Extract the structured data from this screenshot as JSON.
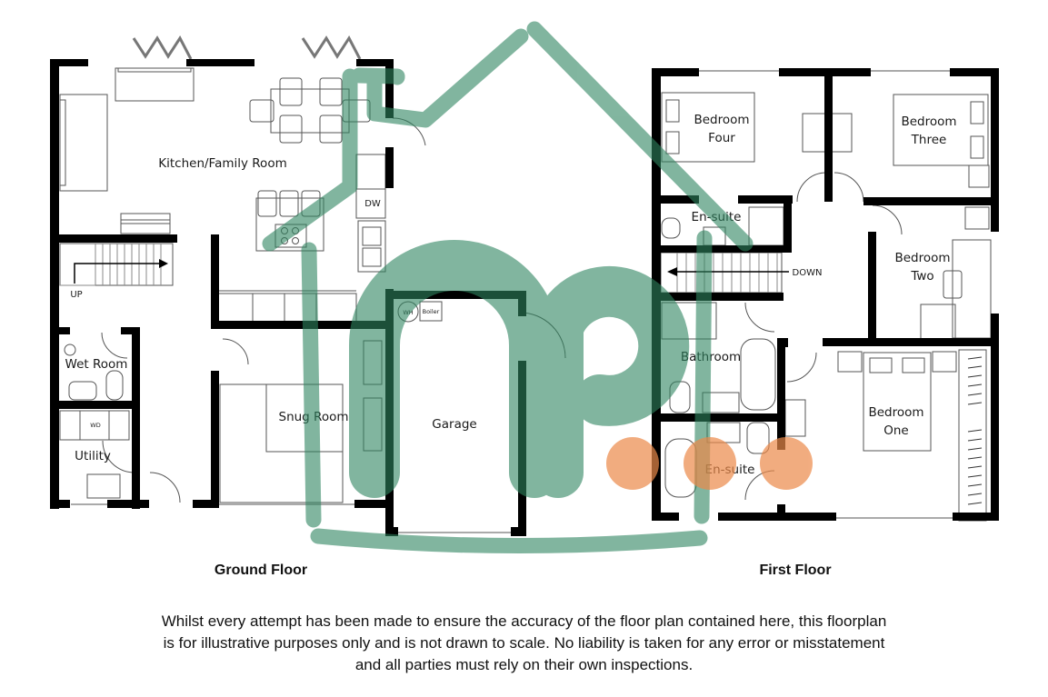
{
  "floors": {
    "ground": {
      "title": "Ground Floor",
      "rooms": {
        "kitchen": "Kitchen/Family Room",
        "wet_room": "Wet Room",
        "utility": "Utility",
        "snug": "Snug Room",
        "garage": "Garage"
      },
      "appliances": {
        "dishwasher": "DW",
        "washer_dryer": "WD",
        "water_heater": "WH",
        "boiler": "Boiler"
      },
      "stairs_label": "UP"
    },
    "first": {
      "title": "First Floor",
      "rooms": {
        "bedroom_four_line1": "Bedroom",
        "bedroom_four_line2": "Four",
        "bedroom_three_line1": "Bedroom",
        "bedroom_three_line2": "Three",
        "ensuite_top": "En-suite",
        "bedroom_two_line1": "Bedroom",
        "bedroom_two_line2": "Two",
        "bathroom": "Bathroom",
        "bedroom_one_line1": "Bedroom",
        "bedroom_one_line2": "One",
        "ensuite_bottom": "En-suite"
      },
      "stairs_label": "DOWN"
    }
  },
  "disclaimer": {
    "line1": "Whilst every attempt has been made to ensure the accuracy of the floor plan contained here, this floorplan",
    "line2": "is for illustrative purposes only and is not drawn to scale. No liability is taken for any error or misstatement",
    "line3": "and all parties must rely on their own inspections."
  },
  "watermark": {
    "icon": "house-np-logo-icon",
    "green": "#2f8560",
    "orange": "#ec8a4a"
  },
  "colors": {
    "wall": "#000000",
    "fixture_line": "#555555",
    "background": "#ffffff"
  }
}
